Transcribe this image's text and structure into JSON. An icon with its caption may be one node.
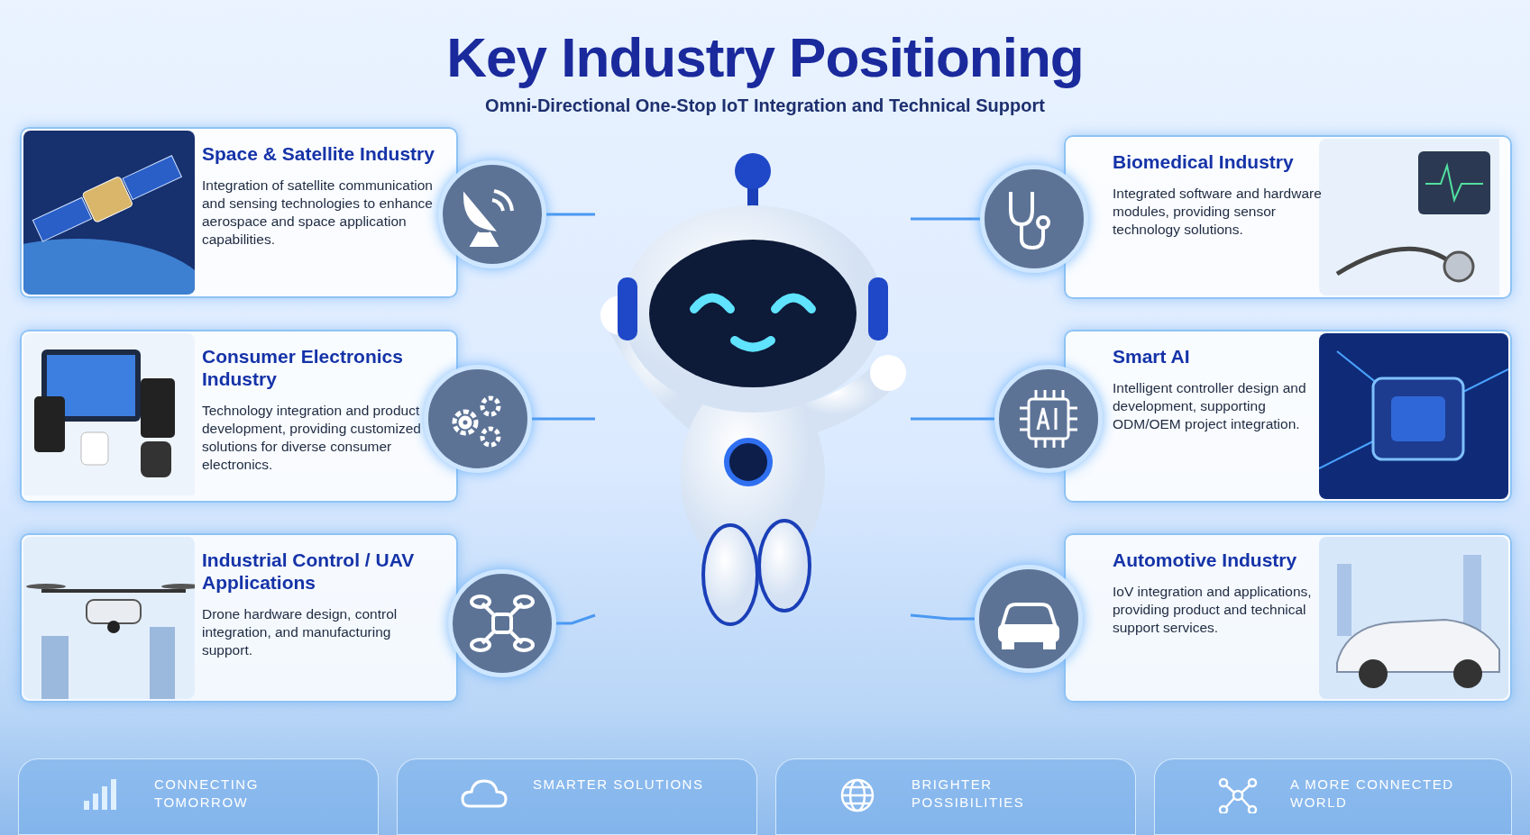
{
  "diagram": {
    "title": "Key Industry Positioning",
    "nodes": [
      {
        "text": [
          "Space & Satellite Industry",
          "Integration of satellite communication and sensing technologies to enhance aerospace and space application capabilities."
        ]
      },
      {
        "text": [
          "Biomedical Industry",
          "Integrated software and hardware modules, providing sensor technology solutions."
        ]
      },
      {
        "text": [
          "Consumer Electronics Industry",
          "Technology integration and product development, providing customized solutions for diverse consumer electronics."
        ]
      },
      {
        "text": [
          "Smart AI",
          "Intelligent controller design and development, supporting ODM/OEM project integration."
        ]
      },
      {
        "text": [
          "Industrial Control / UAV Applications",
          "Drone hardware design, control integration, and manufacturing support."
        ]
      },
      {
        "text": [
          "Automotive Industry",
          "IoV integration and applications, providing product and technical support services."
        ]
      },
      {
        "text": [],
        "shape": "circle"
      },
      {
        "text": [],
        "shape": "circle"
      },
      {
        "text": [],
        "shape": "circle"
      },
      {
        "text": [],
        "shape": "circle"
      },
      {
        "text": [],
        "shape": "circle"
      },
      {
        "text": [],
        "shape": "circle"
      },
      {
        "text": [],
        "shape": "picture"
      },
      {
        "text": [
          "CONNECTING TOMORROW"
        ]
      },
      {
        "text": [
          "SMARTER SOLUTIONS"
        ]
      },
      {
        "text": [
          "BRIGHTER POSSIBILITIES"
        ]
      },
      {
        "text": [
          "A MORE CONNECTED WORLD"
        ]
      }
    ],
    "edges": [
      {
        "from": 6,
        "to": 12,
        "arrow": "none"
      },
      {
        "from": 7,
        "to": 12,
        "arrow": "none"
      },
      {
        "from": 8,
        "to": 12,
        "arrow": "none"
      },
      {
        "from": 9,
        "to": 12,
        "arrow": "none"
      },
      {
        "from": 10,
        "to": 12,
        "arrow": "none"
      },
      {
        "from": 11,
        "to": 12,
        "arrow": "none"
      }
    ],
    "labels": [
      "Omni-Directional One-Stop IoT Integration and Technical Support"
    ]
  }
}
